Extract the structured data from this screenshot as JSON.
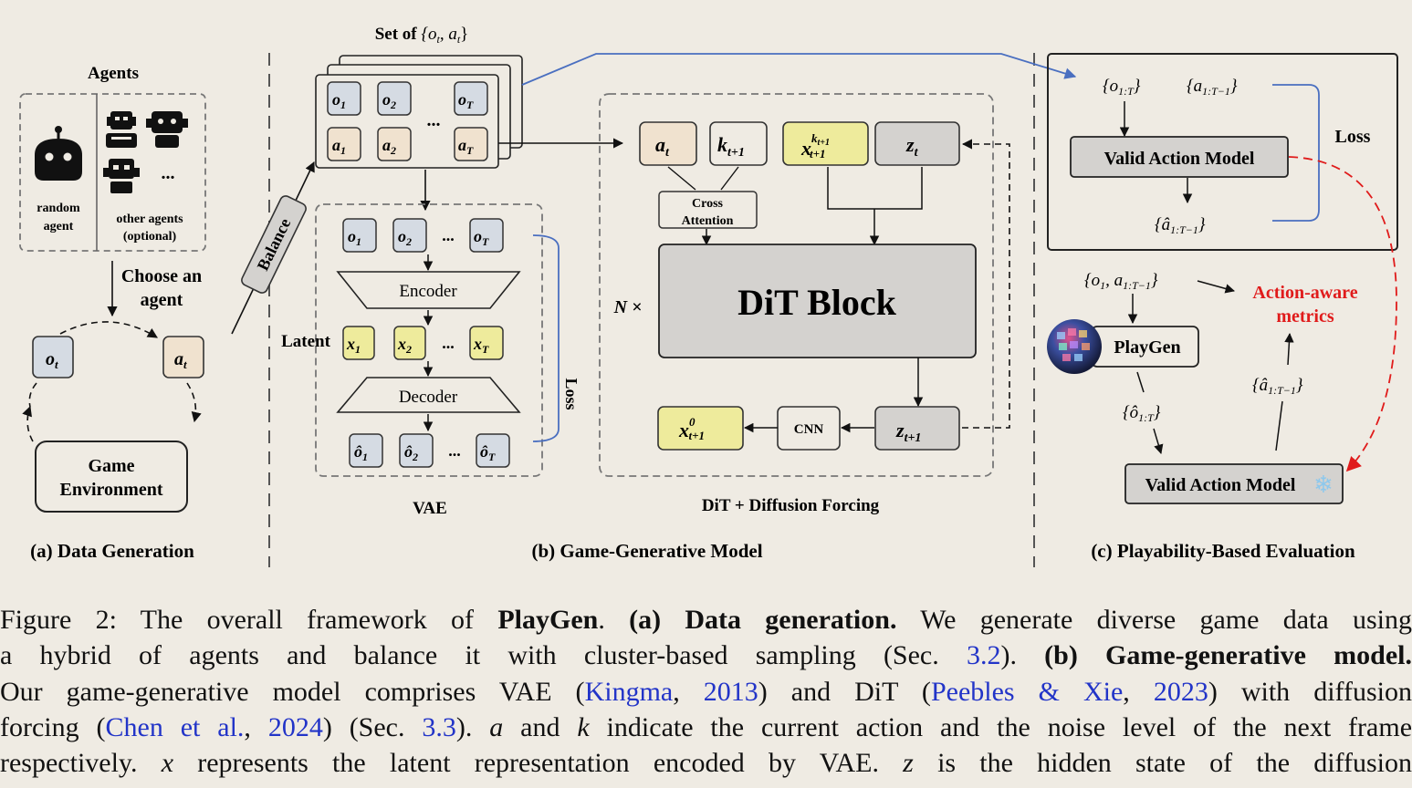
{
  "panel_a": {
    "agents_title": "Agents",
    "random_agent_l1": "random",
    "random_agent_l2": "agent",
    "other_agents_l1": "other agents",
    "other_agents_l2": "(optional)",
    "ellipsis": "...",
    "choose_l1": "Choose an",
    "choose_l2": "agent",
    "ot": "o",
    "ot_sub": "t",
    "at": "a",
    "at_sub": "t",
    "game_env_l1": "Game",
    "game_env_l2": "Environment",
    "label": "(a) Data Generation"
  },
  "panel_b": {
    "set_label": "Set of",
    "set_label_math": "{o",
    "set_sub_t": "t",
    "set_mid": ", a",
    "set_close": "}",
    "balance": "Balance",
    "o": "o",
    "a": "a",
    "x": "x",
    "sub1": "1",
    "sub2": "2",
    "subT": "T",
    "dots": "...",
    "encoder": "Encoder",
    "decoder": "Decoder",
    "latent": "Latent",
    "loss": "Loss",
    "vae": "VAE",
    "k": "k",
    "k_sub": "t+1",
    "x_sup": "k",
    "x_sup_sub": "t+1",
    "x_sub": "t+1",
    "z": "z",
    "z_sub": "t",
    "z_next_sub": "t+1",
    "cross_attention_l1": "Cross",
    "cross_attention_l2": "Attention",
    "n_times": "N ×",
    "dit_block": "DiT Block",
    "cnn": "CNN",
    "x0_sup": "0",
    "dit_label": "DiT + Diffusion Forcing",
    "label": "(b) Game-Generative Model"
  },
  "panel_c": {
    "o_seq": "{o",
    "o_seq_sub": "1:T",
    "a_seq": "{a",
    "a_seq_sub": "1:T−1",
    "close": "}",
    "valid_action_model": "Valid Action Model",
    "a_hat": "{â",
    "a_hat_sub": "1:T−1",
    "loss": "Loss",
    "input_l1": "{o",
    "input_l1_sub": "1",
    "input_l1_mid": ", a",
    "input_l1_sub2": "1:T−1",
    "metrics_l1": "Action-aware",
    "metrics_l2": "metrics",
    "playgen": "PlayGen",
    "o_hat": "{ô",
    "o_hat_sub": "1:T",
    "snowflake": "❄",
    "label": "(c) Playability-Based Evaluation"
  },
  "caption": {
    "l1_a": "Figure 2: The overall framework of ",
    "l1_b": "PlayGen",
    "l1_c": ". ",
    "l1_d": "(a) Data generation.",
    "l1_e": " We generate diverse game data using",
    "l2_a": "a hybrid of agents and balance it with cluster-based sampling (Sec. ",
    "l2_b": "3.2",
    "l2_c": "). ",
    "l2_d": "(b) Game-generative model.",
    "l3_a": "Our game-generative model comprises VAE (",
    "l3_b": "Kingma",
    "l3_c": ", ",
    "l3_d": "2013",
    "l3_e": ") and DiT (",
    "l3_f": "Peebles & Xie",
    "l3_g": ", ",
    "l3_h": "2023",
    "l3_i": ") with diffusion",
    "l4_a": "forcing (",
    "l4_b": "Chen et al.",
    "l4_c": ", ",
    "l4_d": "2024",
    "l4_e": ") (Sec. ",
    "l4_f": "3.3",
    "l4_g": "). ",
    "l4_h": "a",
    "l4_i": " and ",
    "l4_j": "k",
    "l4_k": " indicate the current action and the noise level of the next frame",
    "l5_a": "respectively. ",
    "l5_b": "x",
    "l5_c": " represents the latent representation encoded by VAE. ",
    "l5_d": "z",
    "l5_e": " is the hidden state of the diffusion"
  },
  "colors": {
    "bg": "#efebe3",
    "obs_box": "#d5dbe3",
    "action_box": "#f0e2cf",
    "latent_box": "#eeeb9c",
    "gray_box": "#d4d2cf",
    "blue_line": "#4a6fc0",
    "red": "#e01b1b",
    "link": "#2234c8"
  }
}
